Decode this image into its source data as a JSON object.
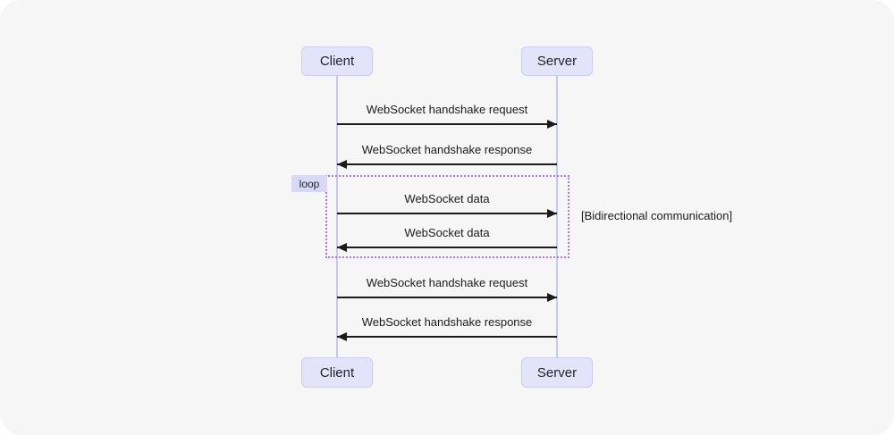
{
  "diagram": {
    "type": "sequence-diagram",
    "actors": {
      "client": "Client",
      "server": "Server"
    },
    "messages": [
      {
        "text": "WebSocket handshake request",
        "from": "Client",
        "to": "Server",
        "direction": "right"
      },
      {
        "text": "WebSocket handshake response",
        "from": "Server",
        "to": "Client",
        "direction": "left"
      },
      {
        "text": "WebSocket data",
        "from": "Client",
        "to": "Server",
        "direction": "right",
        "in_loop": true
      },
      {
        "text": "WebSocket data",
        "from": "Server",
        "to": "Client",
        "direction": "left",
        "in_loop": true
      },
      {
        "text": "WebSocket handshake request",
        "from": "Client",
        "to": "Server",
        "direction": "right"
      },
      {
        "text": "WebSocket handshake response",
        "from": "Server",
        "to": "Client",
        "direction": "left"
      }
    ],
    "loop": {
      "label": "loop",
      "annotation": "[Bidirectional communication]"
    },
    "colors": {
      "canvas_background": "#f6f6f7",
      "page_background": "#ffffff",
      "actor_fill": "#e3e3fa",
      "actor_border": "#ccccf2",
      "lifeline": "#c8c8ee",
      "arrow": "#1b1b1b",
      "loop_border": "#a678e8",
      "loop_label_fill": "#d8d8f7",
      "text": "#1f2328"
    }
  }
}
